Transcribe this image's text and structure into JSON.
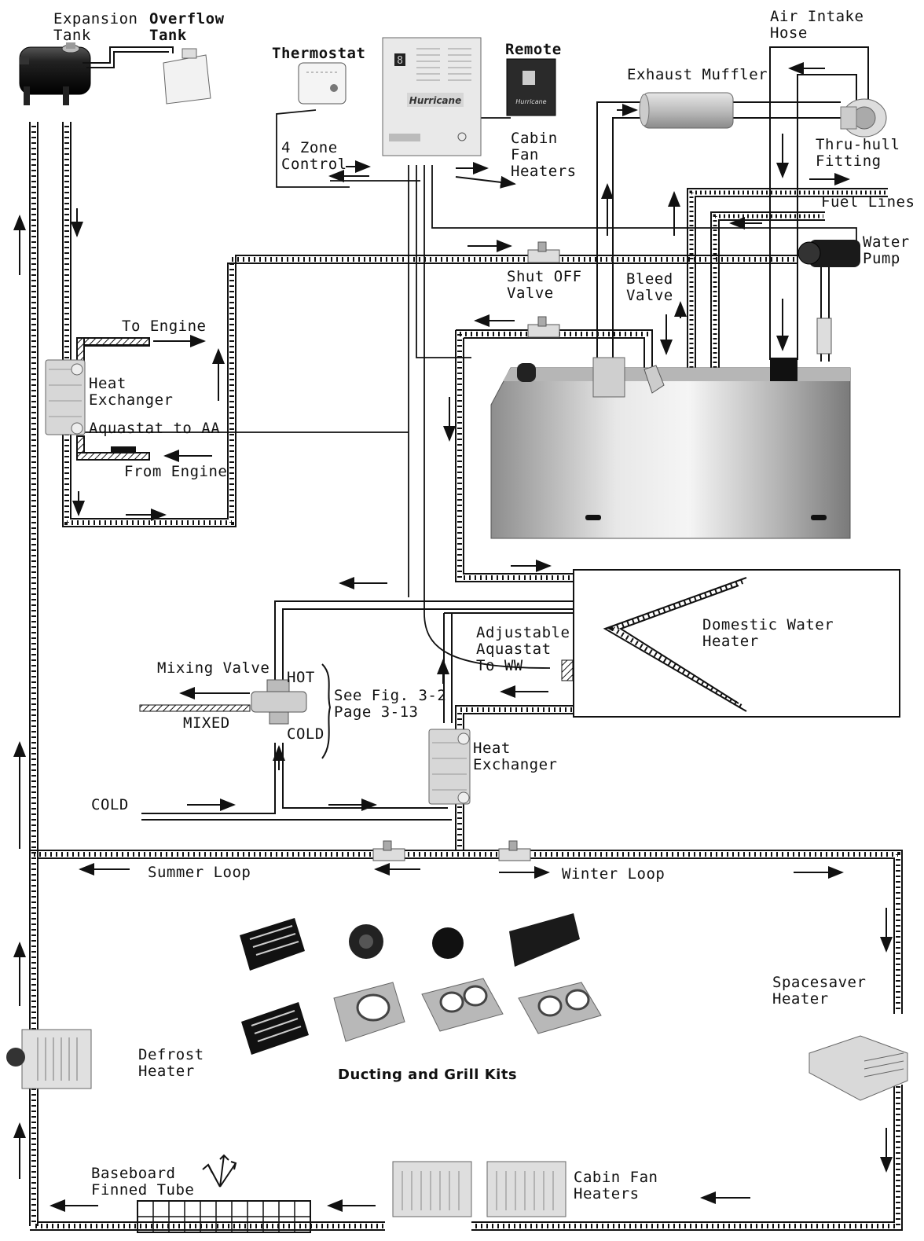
{
  "labels": {
    "expansion_tank": "Expansion\nTank",
    "overflow_tank": "Overflow\nTank",
    "thermostat": "Thermostat",
    "remote": "Remote",
    "air_intake_hose": "Air Intake\nHose",
    "exhaust_muffler": "Exhaust Muffler",
    "thru_hull_fitting": "Thru-hull\nFitting",
    "fuel_lines": "Fuel Lines",
    "water_pump": "Water\nPump",
    "four_zone_control": "4 Zone\nControl",
    "cabin_fan_heaters_top": "Cabin\nFan\nHeaters",
    "shut_off_valve": "Shut OFF\nValve",
    "bleed_valve": "Bleed\nValve",
    "to_engine": "To Engine",
    "heat_exchanger_top": "Heat\nExchanger",
    "aquastat_to_aa": "Aquastat to AA",
    "from_engine": "From Engine",
    "adjustable_aquastat": "Adjustable\nAquastat\nTo WW",
    "domestic_water_heater": "Domestic Water\nHeater",
    "mixing_valve": "Mixing Valve",
    "hot": "HOT",
    "cold_valve": "COLD",
    "mixed": "MIXED",
    "see_fig": "See Fig. 3-2\nPage 3-13",
    "heat_exchanger_mid": "Heat\nExchanger",
    "cold_inlet": "COLD",
    "summer_loop": "Summer Loop",
    "winter_loop": "Winter Loop",
    "spacesaver_heater": "Spacesaver\nHeater",
    "defrost_heater": "Defrost\nHeater",
    "ducting_grill_kits": "Ducting and Grill Kits",
    "baseboard_finned_tube": "Baseboard\nFinned Tube",
    "cabin_fan_heaters_bottom": "Cabin Fan\nHeaters"
  },
  "controller": {
    "brand": "Hurricane",
    "display_digit": "8"
  },
  "remote_panel": {
    "brand": "Hurricane"
  },
  "colors": {
    "line": "#111111",
    "stainless": "#c9c9c9",
    "tank": "#1a1a1a"
  }
}
